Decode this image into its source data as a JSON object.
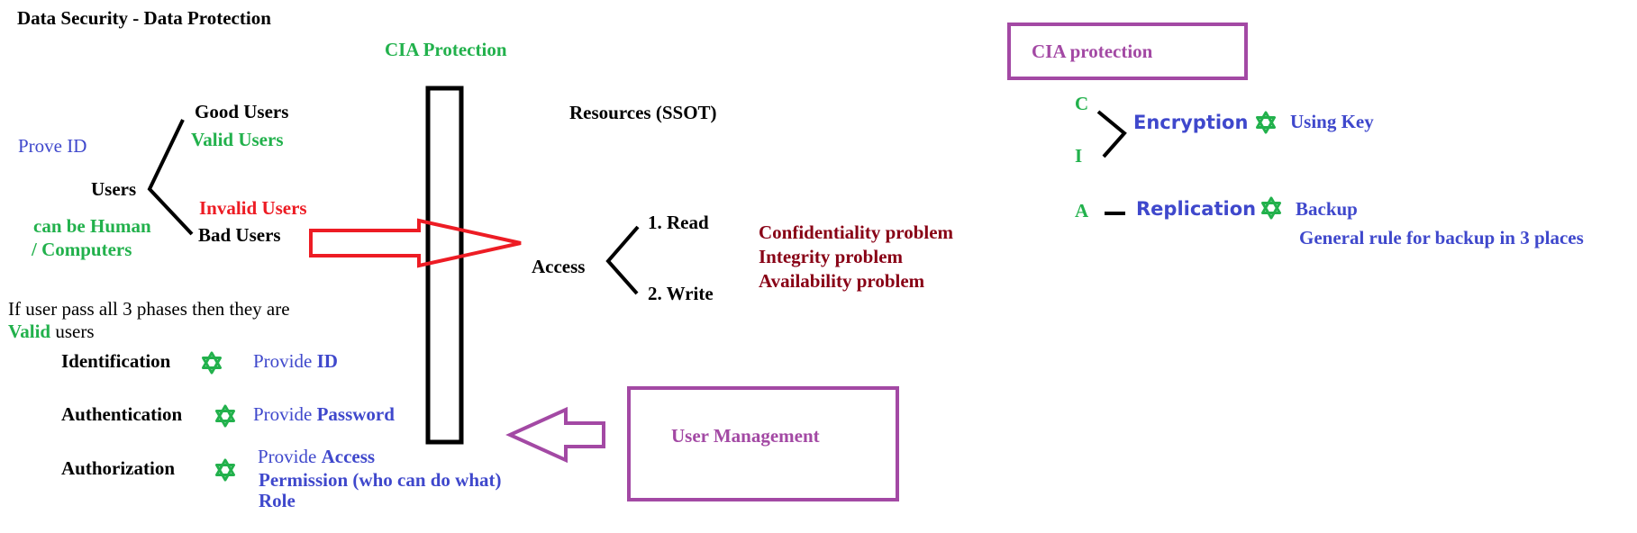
{
  "title": "Data Security - Data Protection",
  "cia_protection_heading": "CIA Protection",
  "resources": "Resources (SSOT)",
  "users": {
    "prove_id": "Prove ID",
    "users_label": "Users",
    "good_users": "Good Users",
    "valid_users": "Valid Users",
    "invalid_users": "Invalid Users",
    "bad_users": "Bad Users",
    "can_be_line1": "can be Human",
    "can_be_line2": "/ Computers"
  },
  "access": {
    "label": "Access",
    "read": "1. Read",
    "write": "2. Write"
  },
  "problems": [
    "Confidentiality problem",
    "Integrity problem",
    "Availability problem"
  ],
  "phases_intro": {
    "line1": "If user pass all 3 phases then they are",
    "valid_word": "Valid",
    "users_word": " users"
  },
  "phases": {
    "identification": {
      "label": "Identification",
      "provide": "Provide ",
      "what": "ID"
    },
    "authentication": {
      "label": "Authentication",
      "provide": "Provide ",
      "what": "Password"
    },
    "authorization": {
      "label": "Authorization",
      "provide": "Provide ",
      "what": "Access",
      "line2": "Permission (who can do what)",
      "line3": "Role"
    }
  },
  "user_management": "User Management",
  "cia_box": {
    "title": "CIA protection",
    "c": "C",
    "i": "I",
    "a": "A",
    "encryption": "Encryption",
    "using_key": "Using Key",
    "replication": "Replication",
    "backup": "Backup",
    "backup_rule": "General rule for backup in 3 places"
  },
  "icons": {
    "star": "star-of-david-icon",
    "right_arrow": "hollow-right-arrow",
    "left_arrow": "hollow-left-arrow"
  },
  "colors": {
    "black": "#000000",
    "green": "#22b14c",
    "blue": "#3f48cc",
    "red": "#ed1c24",
    "maroon": "#880015",
    "purple": "#a349a4"
  }
}
